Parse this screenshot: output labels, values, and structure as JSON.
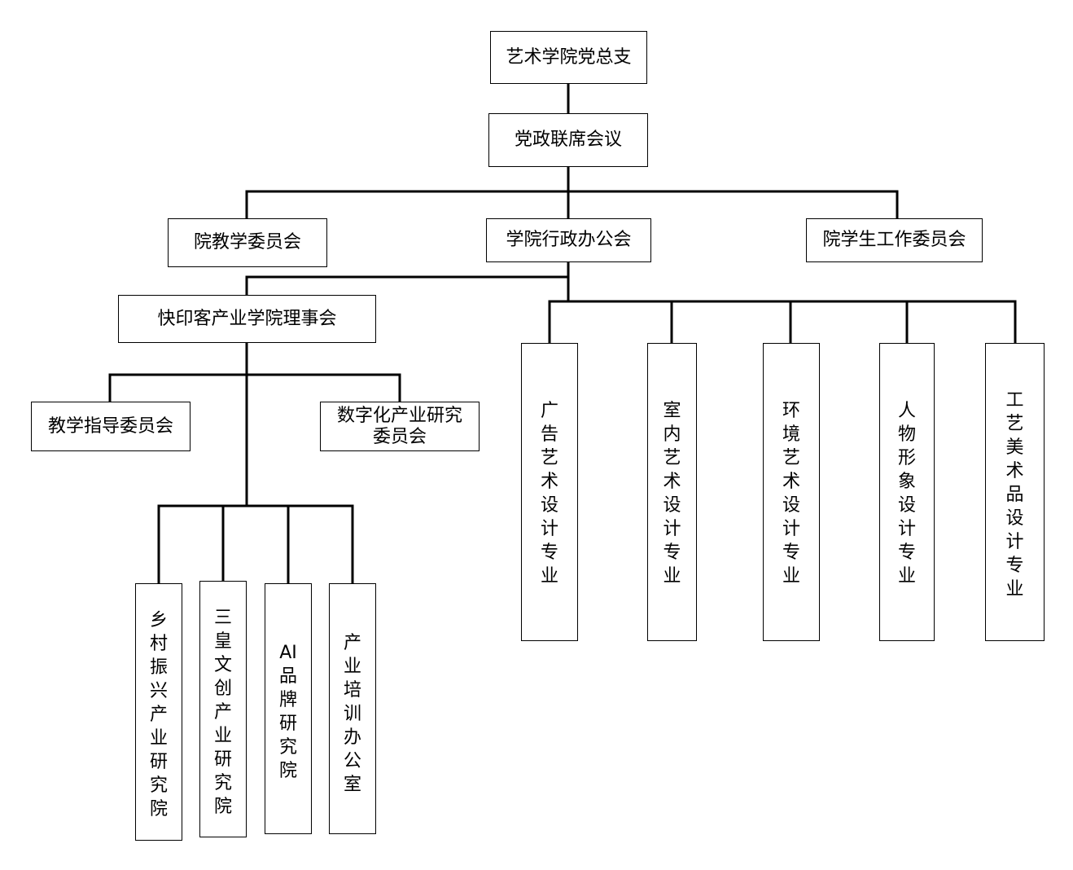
{
  "nodes": {
    "party_branch": "艺术学院党总支",
    "joint_meeting": "党政联席会议",
    "teaching_committee": "院教学委员会",
    "admin_office_meeting": "学院行政办公会",
    "student_work_committee": "院学生工作委员会",
    "industry_college_council": "快印客产业学院理事会",
    "teaching_guidance_committee": "教学指导委员会",
    "digital_industry_committee": "数字化产业研究委员会",
    "rural_revitalization_institute": "乡村振兴产业研究院",
    "sanhuang_cultural_institute": "三皇文创产业研究院",
    "ai_brand_institute": "AI品牌研究院",
    "industry_training_office": "产业培训办公室",
    "major_advertising": "广告艺术设计专业",
    "major_interior": "室内艺术设计专业",
    "major_environment": "环境艺术设计专业",
    "major_character": "人物形象设计专业",
    "major_crafts": "工艺美术品设计专业"
  },
  "colors": {
    "line": "#000000",
    "border": "#000000",
    "background": "#ffffff"
  }
}
